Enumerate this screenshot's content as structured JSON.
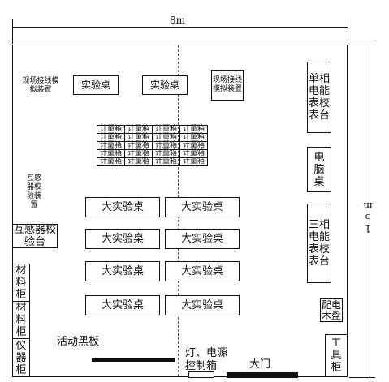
{
  "dimensions": {
    "width_label": "8m",
    "height_label": "15m"
  },
  "rooms": {
    "field_sim_left": "现场接线模拟装置",
    "field_sim_right": "现场接线模拟装置",
    "lab_desk_1": "实验桌",
    "lab_desk_2": "实验桌",
    "single_phase": "单相电能表校表台",
    "computer_desk": "电脑桌",
    "meter_box": "计量箱",
    "transformer_device": "互感器校验装置",
    "transformer_bench": "互感器校验台",
    "large_desks": [
      "大实验桌",
      "大实验桌",
      "大实验桌",
      "大实验桌",
      "大实验桌",
      "大实验桌",
      "大实验桌",
      "大实验桌"
    ],
    "three_phase": "三相电能表校表台",
    "material_cabinet_1": "材料柜",
    "material_cabinet_2": "材料柜",
    "instrument_cabinet": "仪器柜",
    "distribution_panel": "配电木盘",
    "tool_cabinet": "工具柜",
    "blackboard": "活动黑板",
    "control_box_line1": "灯、电源",
    "control_box_line2": "控制箱",
    "main_door": "大门"
  }
}
